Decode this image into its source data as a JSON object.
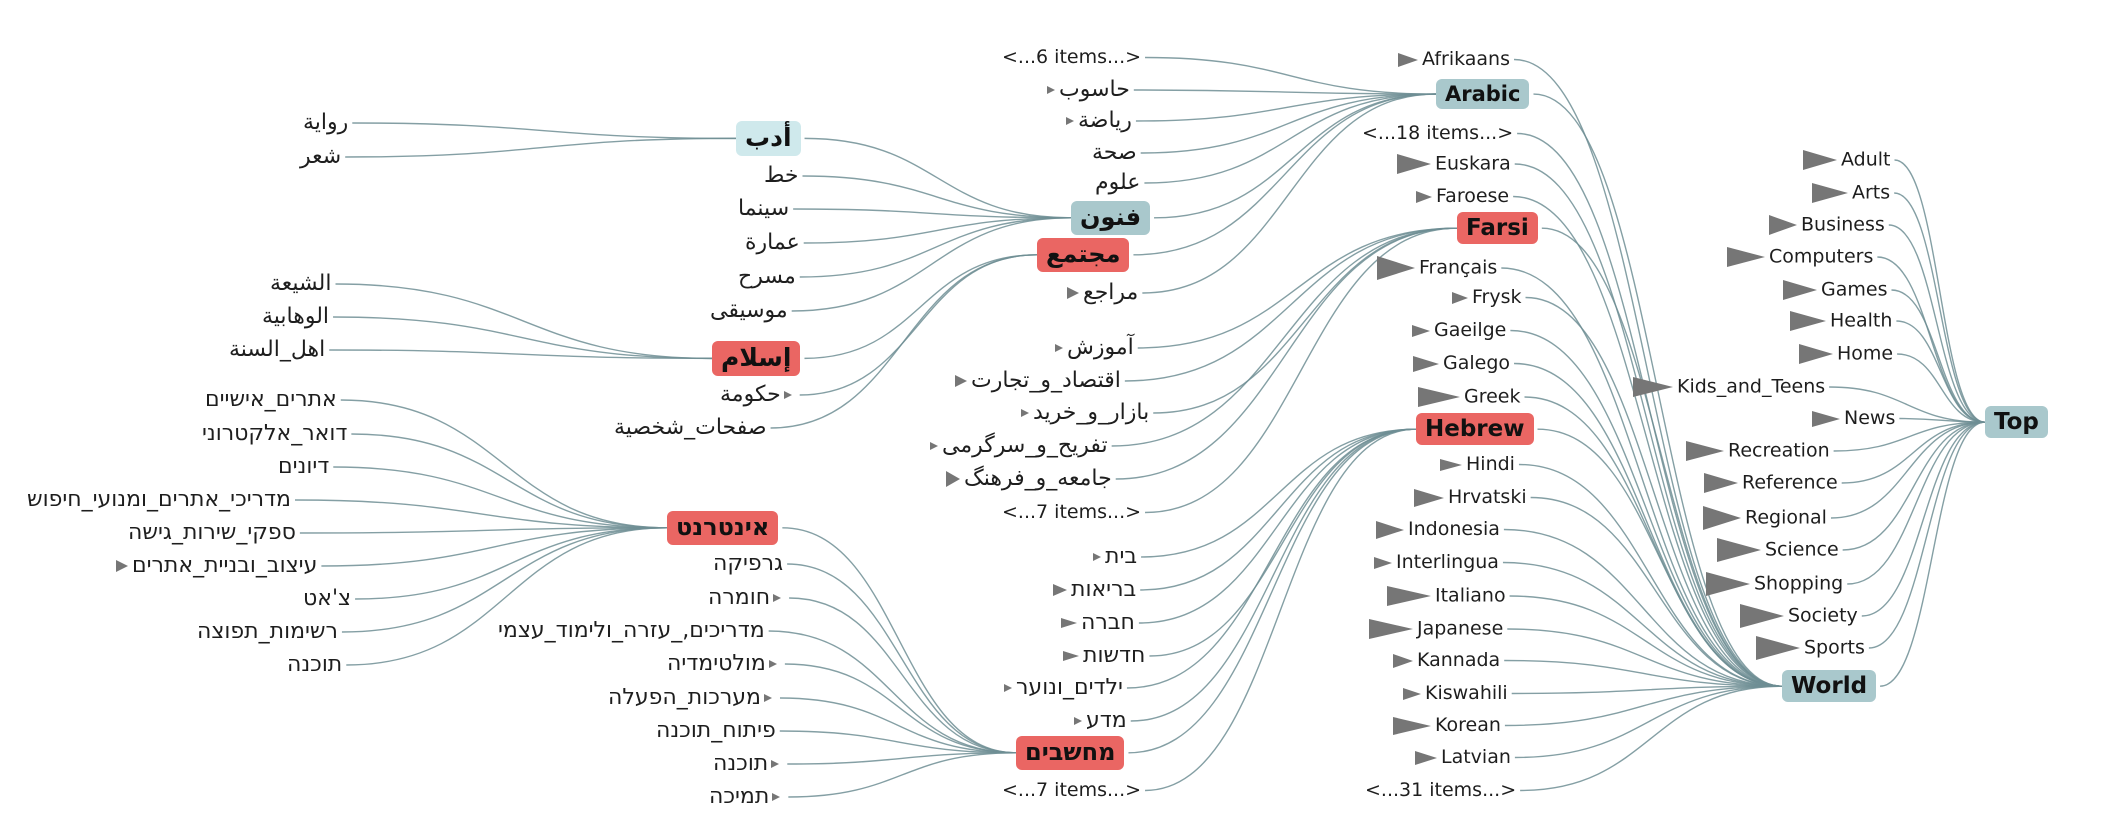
{
  "root": {
    "label": "Top"
  },
  "top_categories": [
    "Adult",
    "Arts",
    "Business",
    "Computers",
    "Games",
    "Health",
    "Home",
    "Kids_and_Teens",
    "News",
    "Recreation",
    "Reference",
    "Regional",
    "Science",
    "Shopping",
    "Society",
    "Sports",
    "World"
  ],
  "world": {
    "label": "World"
  },
  "languages": [
    "Afrikaans",
    "Arabic",
    "<...18 items...>",
    "Euskara",
    "Faroese",
    "Farsi",
    "Français",
    "Frysk",
    "Gaeilge",
    "Galego",
    "Greek",
    "Hebrew",
    "Hindi",
    "Hrvatski",
    "Indonesia",
    "Interlingua",
    "Italiano",
    "Japanese",
    "Kannada",
    "Kiswahili",
    "Korean",
    "Latvian",
    "<...31 items...>"
  ],
  "arabic": {
    "label": "Arabic",
    "children": [
      "<...6 items...>",
      "حاسوب",
      "رياضة",
      "صحة",
      "علوم",
      "فنون",
      "مجتمع",
      "مراجع"
    ],
    "funun": {
      "label": "فنون",
      "children": [
        "أدب",
        "خط",
        "سينما",
        "عمارة",
        "مسرح",
        "موسيقى"
      ]
    },
    "adab": {
      "label": "أدب",
      "children": [
        "رواية",
        "شعر"
      ]
    },
    "mujtama": {
      "label": "مجتمع",
      "children": [
        "إسلام",
        "حكومة",
        "صفحات_شخصية"
      ]
    },
    "islam": {
      "label": "إسلام",
      "children": [
        "الشيعة",
        "الوهابية",
        "اهل_السنة"
      ]
    }
  },
  "farsi": {
    "label": "Farsi",
    "children": [
      "آموزش",
      "اقتصاد_و_تجارت",
      "بازار_و_خريد",
      "تفريح_و_سرگرمی",
      "جامعه_و_فرهنگ",
      "<...7 items...>"
    ]
  },
  "hebrew": {
    "label": "Hebrew",
    "children": [
      "בית",
      "בריאות",
      "חברה",
      "חדשות",
      "ילדים_ונוער",
      "מדע",
      "מחשבים",
      "<...7 items...>"
    ],
    "computers": {
      "label": "מחשבים",
      "children": [
        "אינטרנט",
        "גרפיקה",
        "חומרה",
        "מדריכים,_עזרה_ולימוד_עצמי",
        "מולטימדיה",
        "מערכות_הפעלה",
        "פיתוח_תוכנה",
        "תוכנה",
        "תמיכה"
      ]
    },
    "internet": {
      "label": "אינטרנט",
      "children": [
        "אתרים_אישיים",
        "דואר_אלקטרוני",
        "דיונים",
        "מדריכי_אתרים_ומנועי_חיפוש",
        "ספקי_שירות_גישה",
        "עיצוב_ובניית_אתרים",
        "צ'אט",
        "רשימות_תפוצה",
        "תוכנה"
      ]
    }
  },
  "colors": {
    "link": "#6e8e94",
    "node_blue": "#a9c8cc",
    "node_light": "#cfe9ec",
    "node_red": "#ea6663",
    "triangle": "#767676"
  }
}
